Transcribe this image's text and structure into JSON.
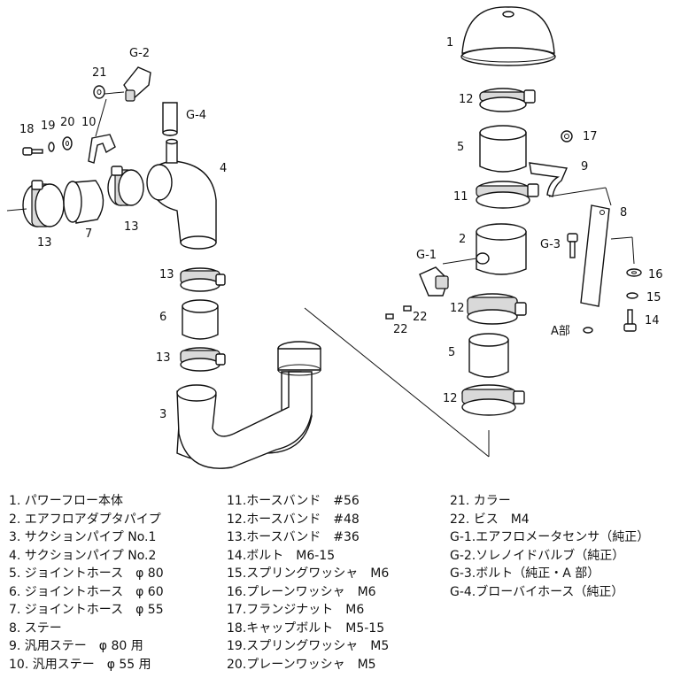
{
  "callouts": {
    "c1": "1",
    "c2": "2",
    "c3": "3",
    "c4": "4",
    "c5a": "5",
    "c5b": "5",
    "c6": "6",
    "c7": "7",
    "c8": "8",
    "c9": "9",
    "c10": "10",
    "c11": "11",
    "c12a": "12",
    "c12b": "12",
    "c12c": "12",
    "c13a": "13",
    "c13b": "13",
    "c13c": "13",
    "c13d": "13",
    "c14": "14",
    "c15": "15",
    "c16": "16",
    "c17": "17",
    "c18": "18",
    "c19": "19",
    "c20": "20",
    "c21": "21",
    "c22a": "22",
    "c22b": "22",
    "g1": "G-1",
    "g2": "G-2",
    "g3": "G-3",
    "g4": "G-4",
    "abu": "A部"
  },
  "legend": {
    "col1": [
      "1. パワーフロー本体",
      "2. エアフロアダプタパイプ",
      "3. サクションパイプ No.1",
      "4. サクションパイプ No.2",
      "5. ジョイントホース　φ 80",
      "6. ジョイントホース　φ 60",
      "7. ジョイントホース　φ 55",
      "8. ステー",
      "9. 汎用ステー　φ 80 用",
      "10. 汎用ステー　φ 55 用"
    ],
    "col2": [
      "11.ホースバンド　#56",
      "12.ホースバンド　#48",
      "13.ホースバンド　#36",
      "14.ボルト　M6-15",
      "15.スプリングワッシャ　M6",
      "16.プレーンワッシャ　M6",
      "17.フランジナット　M6",
      "18.キャップボルト　M5-15",
      "19.スプリングワッシャ　M5",
      "20.プレーンワッシャ　M5"
    ],
    "col3": [
      "21. カラー",
      "22. ビス　M4",
      "G-1.エアフロメータセンサ（純正）",
      "G-2.ソレノイドバルブ（純正）",
      "G-3.ボルト（純正・A 部）",
      "G-4.ブローバイホース（純正）"
    ]
  }
}
